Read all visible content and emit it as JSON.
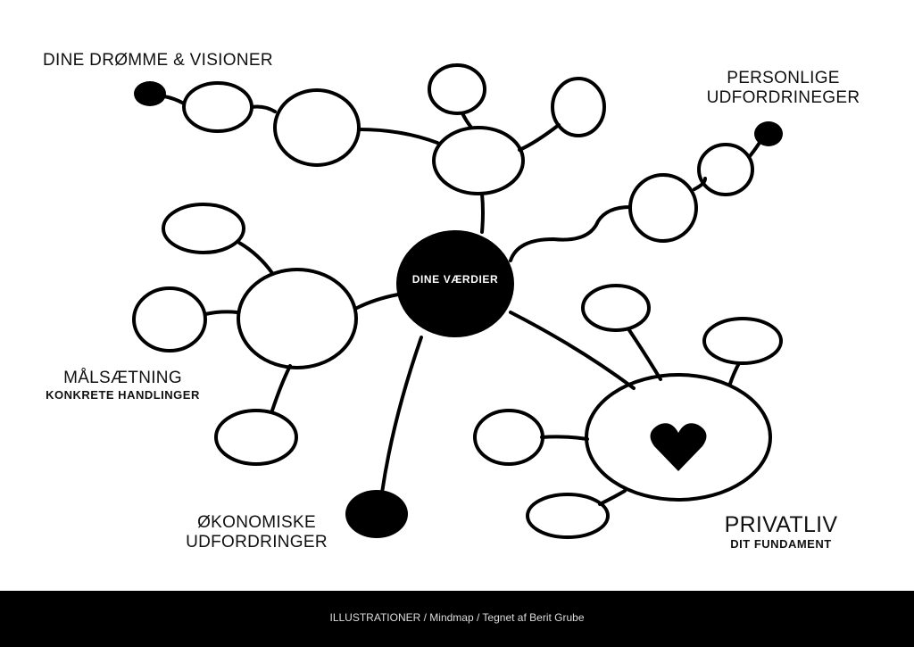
{
  "labels": {
    "dreams": "DINE DRØMME & VISIONER",
    "personal_line1": "PERSONLIGE",
    "personal_line2": "UDFORDRINEGER",
    "center": "DINE VÆRDIER",
    "goals": "MÅLSÆTNING",
    "goals_sub": "KONKRETE HANDLINGER",
    "economy_line1": "ØKONOMISKE",
    "economy_line2": "UDFORDRINGER",
    "private": "PRIVATLIV",
    "private_sub": "DIT FUNDAMENT"
  },
  "footer": {
    "text": "ILLUSTRATIONER  /  Mindmap /  Tegnet af Berit Grube"
  },
  "colors": {
    "ink": "#000000",
    "background": "#ffffff"
  }
}
